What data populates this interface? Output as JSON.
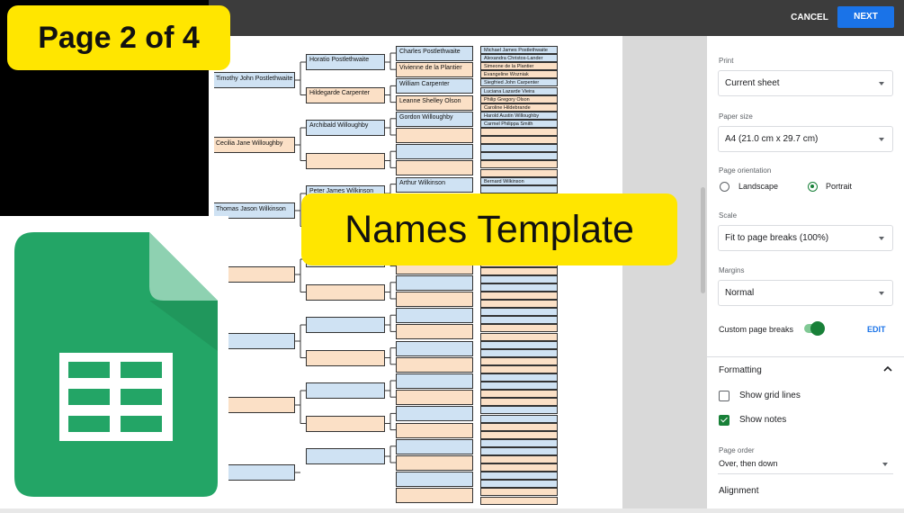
{
  "header": {
    "cancel_label": "CANCEL",
    "next_label": "NEXT"
  },
  "overlay": {
    "page_badge": "Page 2 of 4",
    "title_badge": "Names Template"
  },
  "tree": {
    "gen1": [
      "Timothy John Postlethwaite",
      "Cecilia Jane Willoughby",
      "Thomas Jason Wilkinson"
    ],
    "gen2": [
      "Horatio Postlethwaite",
      "Hildegarde Carpenter",
      "Archibald Willoughby",
      "",
      "Peter James Wilkinson"
    ],
    "gen3": [
      "Charles Postlethwaite",
      "Vivienne de la Plantier",
      "William Carpenter",
      "Leanne Shelley Olson",
      "Gordon Willoughby",
      "",
      "",
      "",
      "Arthur Wilkinson"
    ],
    "gen4": [
      "Michael James Postlethwaite",
      "Alexandra Christos-Lander",
      "Simeone de la Plantier",
      "Evangeline Wozniak",
      "Siegfried John Carpenter",
      "Luciana Lazarde Vieira",
      "Philip Gregory Olson",
      "Caroline Hildebrande",
      "Harold Austin Willoughby",
      "Carmel Philippa Smith",
      "",
      "",
      "",
      "",
      "",
      "",
      "Bernard Wilkinson"
    ]
  },
  "panel": {
    "print_label": "Print",
    "print_value": "Current sheet",
    "paper_size_label": "Paper size",
    "paper_size_value": "A4 (21.0 cm x 29.7 cm)",
    "orientation_label": "Page orientation",
    "landscape_label": "Landscape",
    "portrait_label": "Portrait",
    "scale_label": "Scale",
    "scale_value": "Fit to page breaks (100%)",
    "margins_label": "Margins",
    "margins_value": "Normal",
    "custom_breaks_label": "Custom page breaks",
    "edit_label": "EDIT",
    "formatting_label": "Formatting",
    "show_grid_label": "Show grid lines",
    "show_notes_label": "Show notes",
    "page_order_label": "Page order",
    "page_order_value": "Over, then down",
    "alignment_label": "Alignment",
    "custom_breaks_on": true,
    "show_grid_checked": false,
    "show_notes_checked": true,
    "orientation": "Portrait"
  },
  "colors": {
    "accent": "#1a73e8",
    "toggle": "#188038",
    "badge": "#ffe600",
    "blue_cell": "#cfe2f3",
    "tan_cell": "#fbe0c6"
  },
  "icons": [
    "google-sheets-logo",
    "dropdown-caret-icon",
    "chevron-up-icon",
    "checkbox-icon",
    "radio-icon",
    "toggle-icon"
  ]
}
